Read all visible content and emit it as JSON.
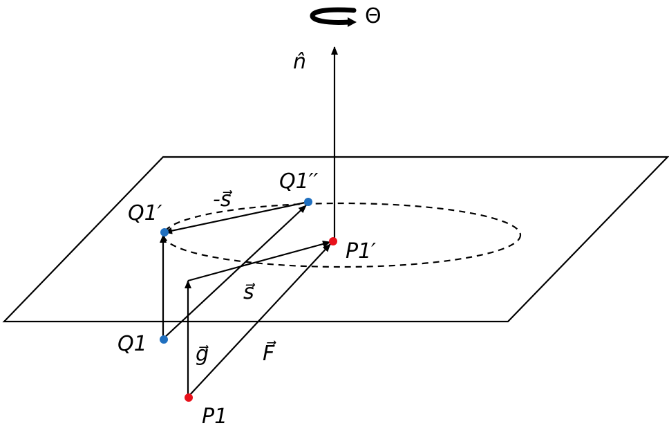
{
  "labels": {
    "theta": "Θ",
    "n_hat": "n̂",
    "Q1pp": "Q1′′",
    "Q1p": "Q1′",
    "P1p": "P1′",
    "Q1": "Q1",
    "P1": "P1",
    "neg_s": "-s⃗",
    "s": "s⃗",
    "g": "g⃗",
    "F": "F⃗"
  },
  "colors": {
    "P_points": "#e8101a",
    "Q_points": "#1f6fbf",
    "lines": "#000000"
  },
  "icons": {
    "rotation": "rotation-arrow-icon"
  }
}
